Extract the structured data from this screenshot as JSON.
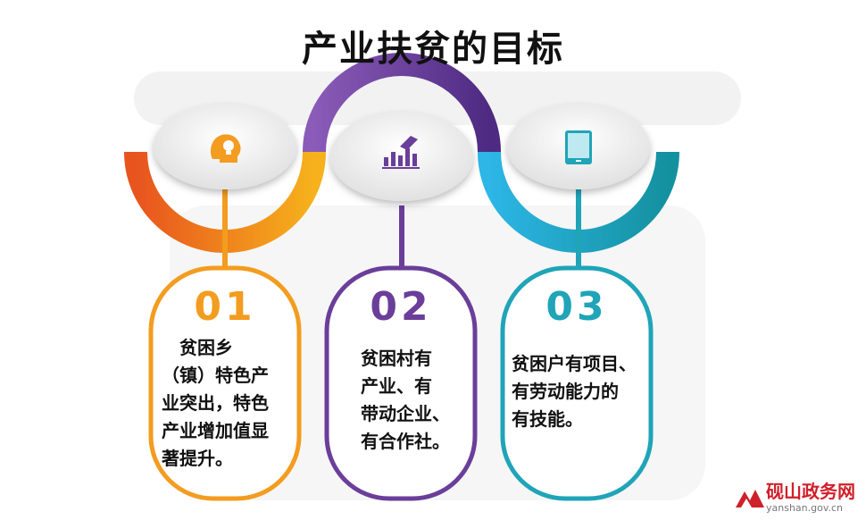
{
  "title": "产业扶贫的目标",
  "steps": [
    {
      "number": "01",
      "text": "　贫困乡\n（镇）特色产\n业突出，特色\n产业增加值显\n著提升。",
      "color": "#f39c1f",
      "icon": "head-lightbulb-icon"
    },
    {
      "number": "02",
      "text": "贫困村有\n产业、有\n带动企业、\n有合作社。",
      "color": "#6a3e9a",
      "icon": "hand-bar-chart-icon"
    },
    {
      "number": "03",
      "text": "贫困户有项目、\n有劳动能力的\n有技能。",
      "color": "#1fa4b8",
      "icon": "tablet-icon"
    }
  ],
  "watermark": {
    "name": "砚山政务网",
    "url": "yanshan.gov.cn"
  },
  "colors": {
    "orange": "#f39c1f",
    "purple": "#6a3e9a",
    "teal": "#1fa4b8"
  }
}
